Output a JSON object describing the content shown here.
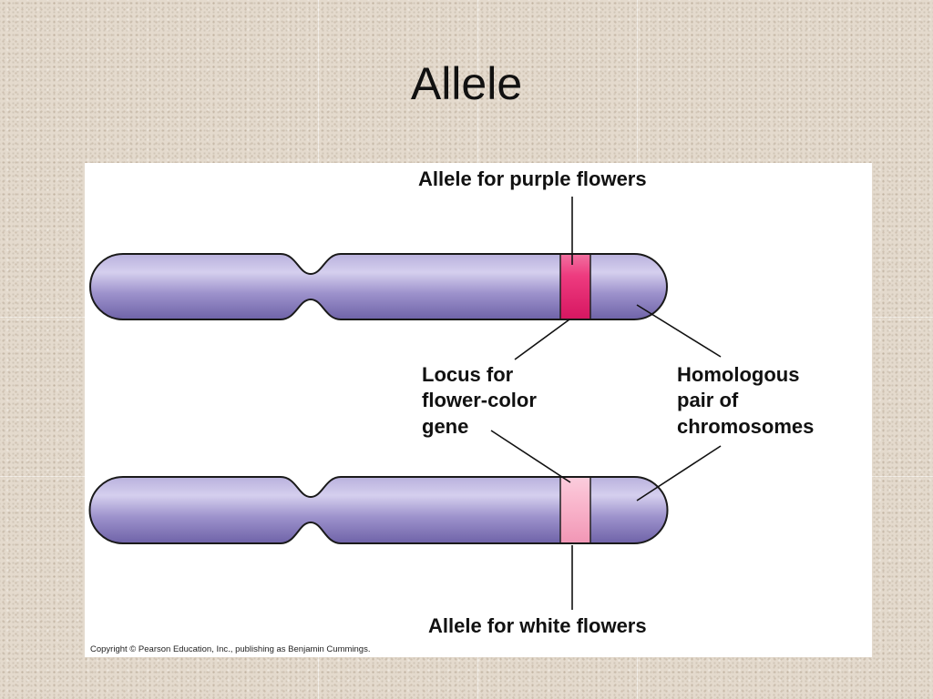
{
  "slide": {
    "title": "Allele"
  },
  "diagram": {
    "labels": {
      "allele_purple": "Allele for purple flowers",
      "locus_line1": "Locus for",
      "locus_line2": "flower-color",
      "locus_line3": "gene",
      "homologous_line1": "Homologous",
      "homologous_line2": "pair of",
      "homologous_line3": "chromosomes",
      "allele_white": "Allele for white flowers"
    },
    "copyright": "Copyright © Pearson Education, Inc., publishing as Benjamin Cummings.",
    "colors": {
      "chromosome_body": "#9a8ec8",
      "purple_allele_band": "#e8206e",
      "white_allele_band": "#f7a9c3"
    }
  }
}
